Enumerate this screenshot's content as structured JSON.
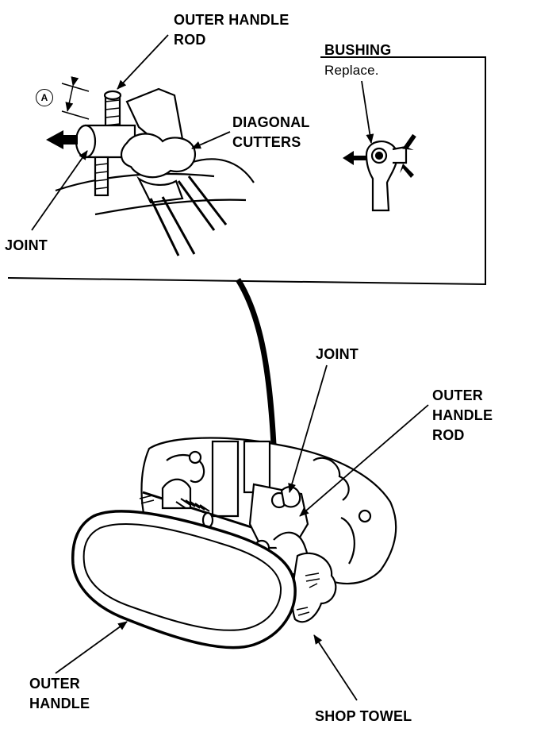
{
  "labels": {
    "outer_handle_rod_top": [
      "OUTER HANDLE",
      "ROD"
    ],
    "bushing": "BUSHING",
    "bushing_note": "Replace.",
    "dimension_marker": "A",
    "diagonal_cutters": [
      "DIAGONAL",
      "CUTTERS"
    ],
    "joint_top": "JOINT",
    "joint_lower": "JOINT",
    "outer_handle_rod_lower": [
      "OUTER",
      "HANDLE",
      "ROD"
    ],
    "outer_handle": [
      "OUTER",
      "HANDLE"
    ],
    "shop_towel": "SHOP TOWEL"
  }
}
